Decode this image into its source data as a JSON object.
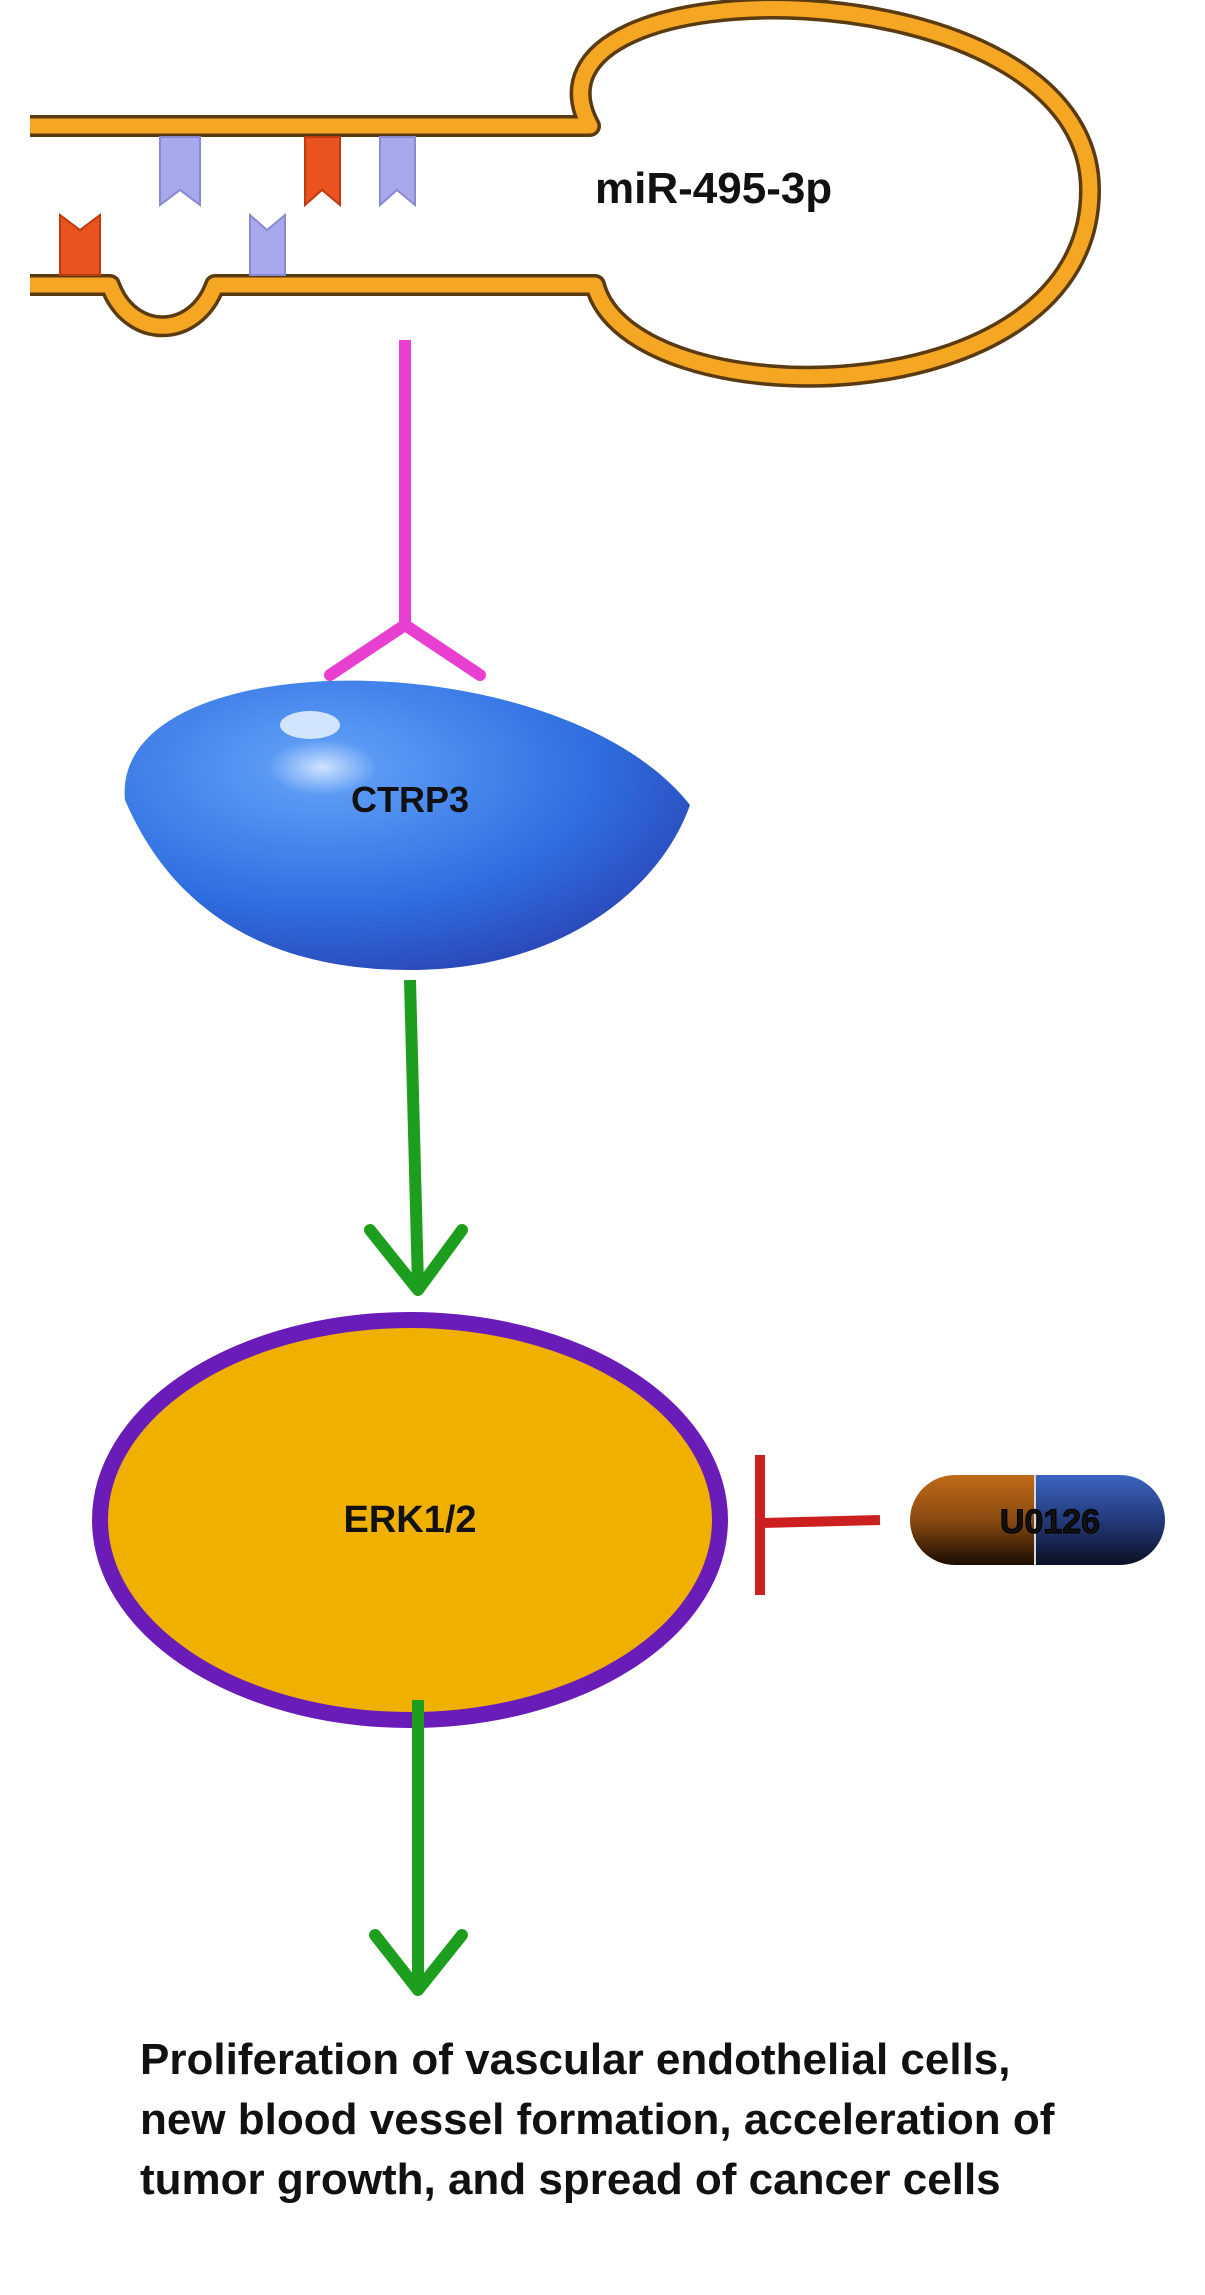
{
  "mirna": {
    "label": "miR-495-3p"
  },
  "ctrp3": {
    "label": "CTRP3"
  },
  "erk": {
    "label": "ERK1/2"
  },
  "inhibitor": {
    "label": "U0126"
  },
  "outcome": {
    "lines": [
      "Proliferation of vascular endothelial cells,",
      "new blood vessel formation, acceleration of",
      "tumor growth, and spread of cancer cells"
    ]
  },
  "colors": {
    "hairpin_orange": "#f5a623",
    "hairpin_outline": "#5a3a10",
    "base_red": "#e8531f",
    "base_lavender": "#a8a8ee",
    "suppression_magenta": "#e83fd0",
    "ctrp3_blue": "#2f6fe0",
    "activation_green": "#1e9e1e",
    "erk_fill": "#f0b000",
    "erk_border": "#6a1cb8",
    "inhibition_red": "#cc1f1f",
    "capsule_brown": "#8a4a10",
    "capsule_navy": "#243a7a"
  },
  "icons": [
    "rna-hairpin-icon",
    "protein-icon",
    "capsule-drug-icon"
  ]
}
